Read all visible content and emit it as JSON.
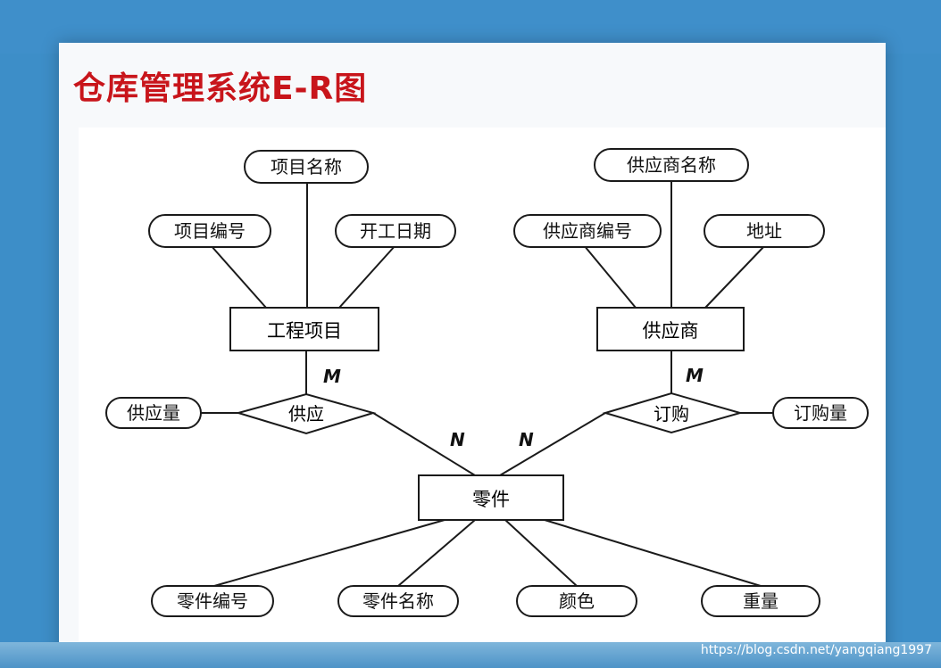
{
  "title": "仓库管理系统E-R图",
  "watermark": "https://blog.csdn.net/yangqiang1997",
  "entities": {
    "project": "工程项目",
    "supplier": "供应商",
    "part": "零件"
  },
  "relationships": {
    "supply": "供应",
    "order": "订购"
  },
  "attributes": {
    "project_name": "项目名称",
    "project_no": "项目编号",
    "start_date": "开工日期",
    "supplier_name": "供应商名称",
    "supplier_no": "供应商编号",
    "address": "地址",
    "supply_qty": "供应量",
    "order_qty": "订购量",
    "part_no": "零件编号",
    "part_name": "零件名称",
    "color": "颜色",
    "weight": "重量"
  },
  "cardinality": {
    "supply_project": "M",
    "supply_part": "N",
    "order_supplier": "M",
    "order_part": "N"
  }
}
